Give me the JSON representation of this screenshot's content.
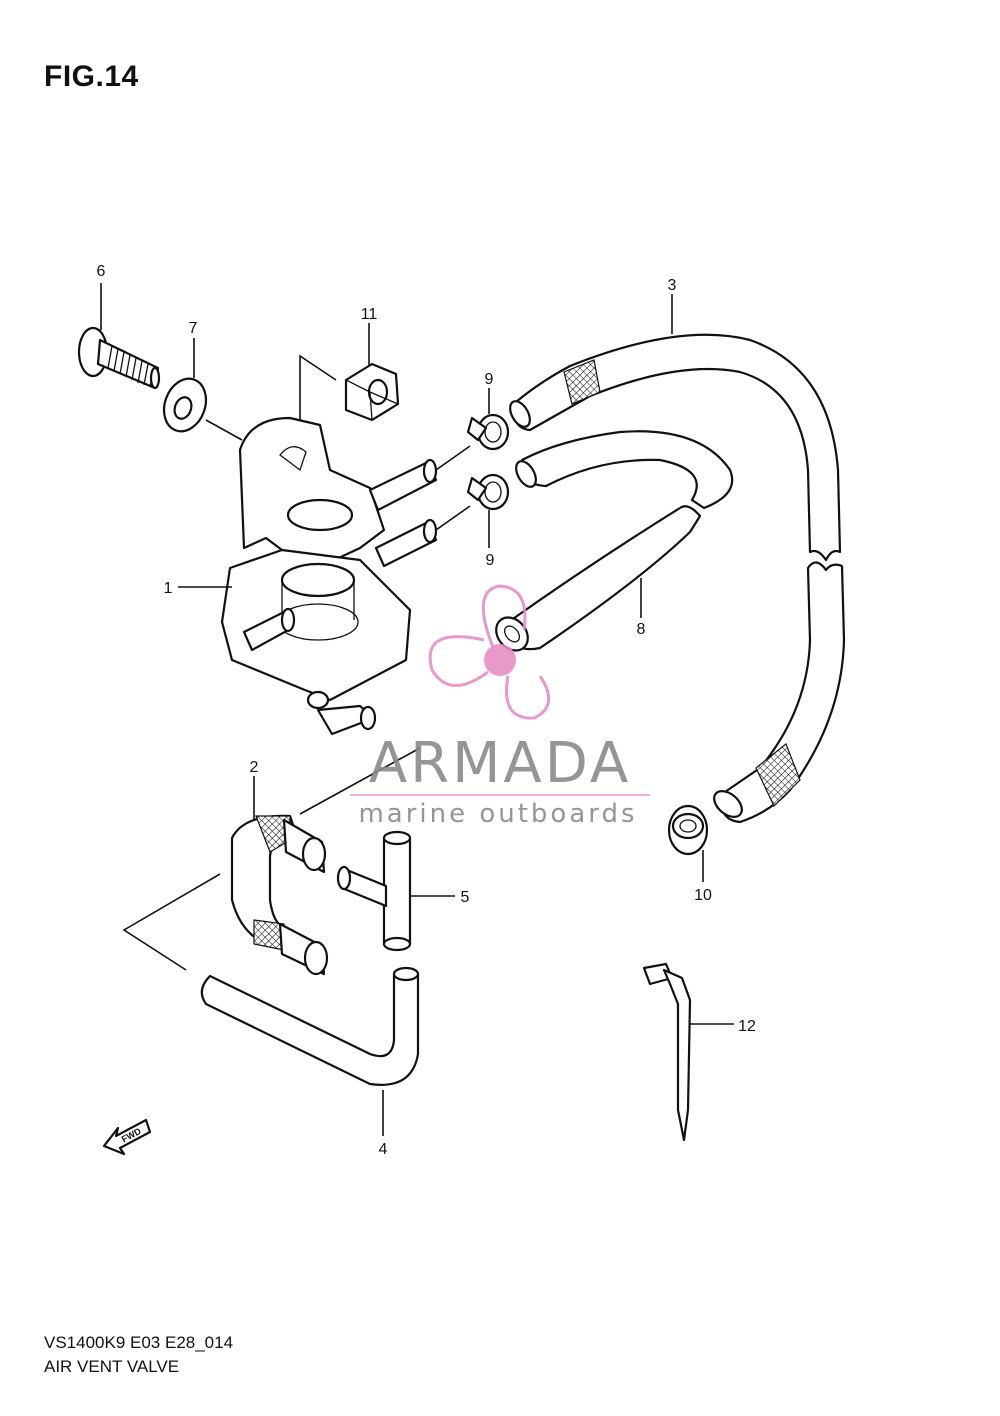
{
  "figure": {
    "title": "FIG.14"
  },
  "callouts": {
    "c1": "1",
    "c2": "2",
    "c3": "3",
    "c4": "4",
    "c5": "5",
    "c6": "6",
    "c7": "7",
    "c8": "8",
    "c9a": "9",
    "c9b": "9",
    "c10": "10",
    "c11": "11",
    "c12": "12"
  },
  "fwd_label": "FWD",
  "watermark": {
    "brand": "ARMADA",
    "tagline": "marine outboards",
    "logo_color": "#e68ec5",
    "text_color": "#8a8a8a"
  },
  "footer": {
    "code": "VS1400K9 E03 E28_014",
    "name": "AIR VENT VALVE"
  }
}
